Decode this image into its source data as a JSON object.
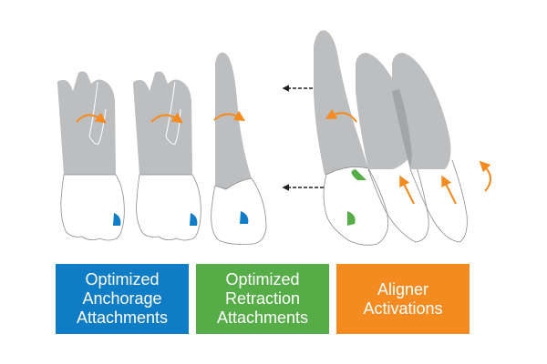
{
  "colors": {
    "root": "#bcbec0",
    "root_overlap": "#9d9fa2",
    "crown_outline": "#8a8c8e",
    "anchorage": "#0f7cc6",
    "retraction": "#56ad47",
    "activation": "#f38b20",
    "arrow_black": "#231f20"
  },
  "labels": [
    {
      "id": "anchorage",
      "lines": [
        "Optimized",
        "Anchorage",
        "Attachments"
      ]
    },
    {
      "id": "retraction",
      "lines": [
        "Optimized",
        "Retraction",
        "Attachments"
      ]
    },
    {
      "id": "activation",
      "lines": [
        "Aligner",
        "Activations"
      ]
    }
  ],
  "icons": {
    "rotation_arrow": "curved-arrow-icon",
    "movement_arrow": "dashed-arrow-left-icon",
    "attachment": "half-circle-attachment-icon"
  }
}
